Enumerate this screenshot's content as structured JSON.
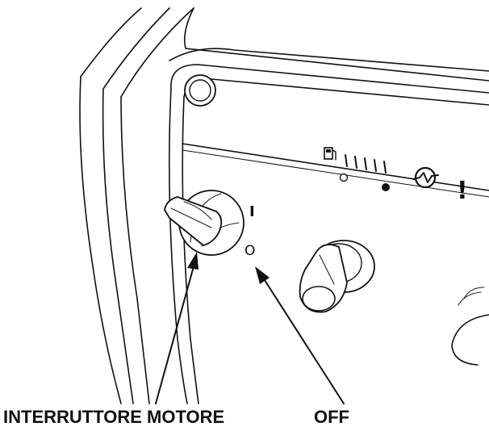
{
  "labels": {
    "engine_switch": "INTERRUTTORE MOTORE",
    "off": "OFF"
  },
  "switch_marks": {
    "on": "I",
    "off": "O"
  },
  "panel_symbols": {
    "warning": "!"
  },
  "icons": [
    "fuel-pump-icon",
    "fuel-level-bars-icon",
    "eco-throttle-icon",
    "warning-exclamation-icon"
  ],
  "colors": {
    "line": "#111111",
    "background": "#ffffff"
  }
}
